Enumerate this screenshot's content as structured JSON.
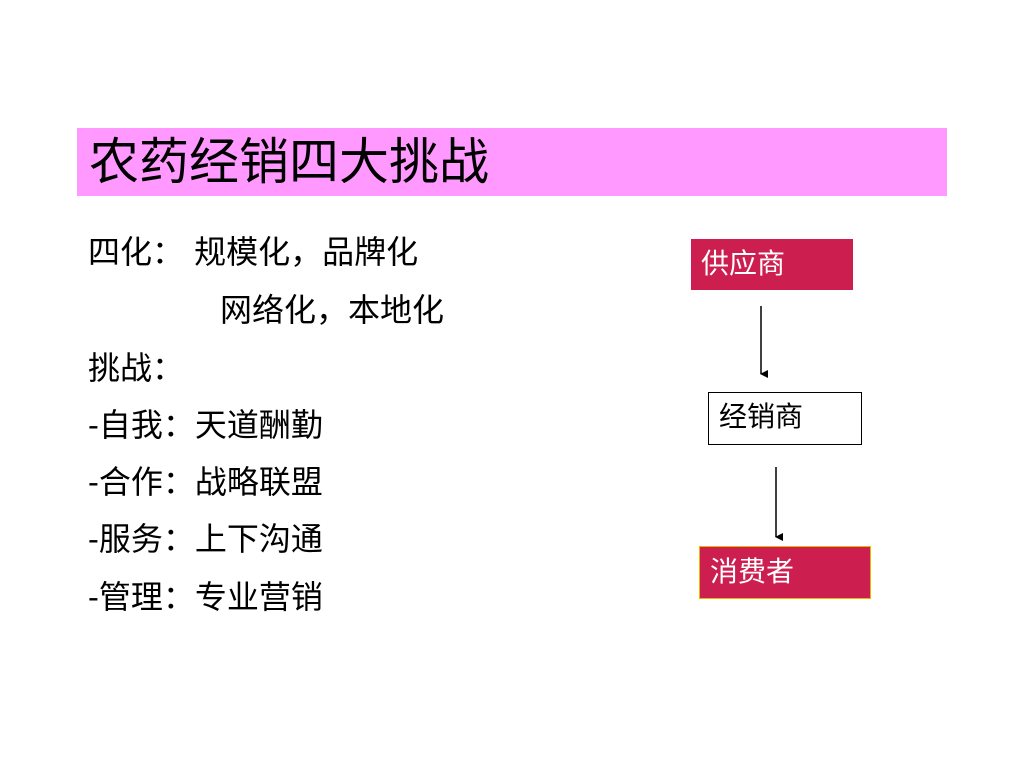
{
  "slide": {
    "title": "农药经销四大挑战",
    "title_bg": "#ff99ff",
    "lines": [
      {
        "text": "四化：  规模化，品牌化"
      },
      {
        "text": "网络化，本地化"
      },
      {
        "text": "挑战："
      },
      {
        "text": "-自我：天道酬勤"
      },
      {
        "text": "-合作：战略联盟"
      },
      {
        "text": "-服务：上下沟通"
      },
      {
        "text": "-管理：专业营销"
      }
    ]
  },
  "flow": {
    "accent_color": "#cc1f50",
    "nodes": [
      {
        "label": "供应商"
      },
      {
        "label": "经销商"
      },
      {
        "label": "消费者"
      }
    ]
  }
}
